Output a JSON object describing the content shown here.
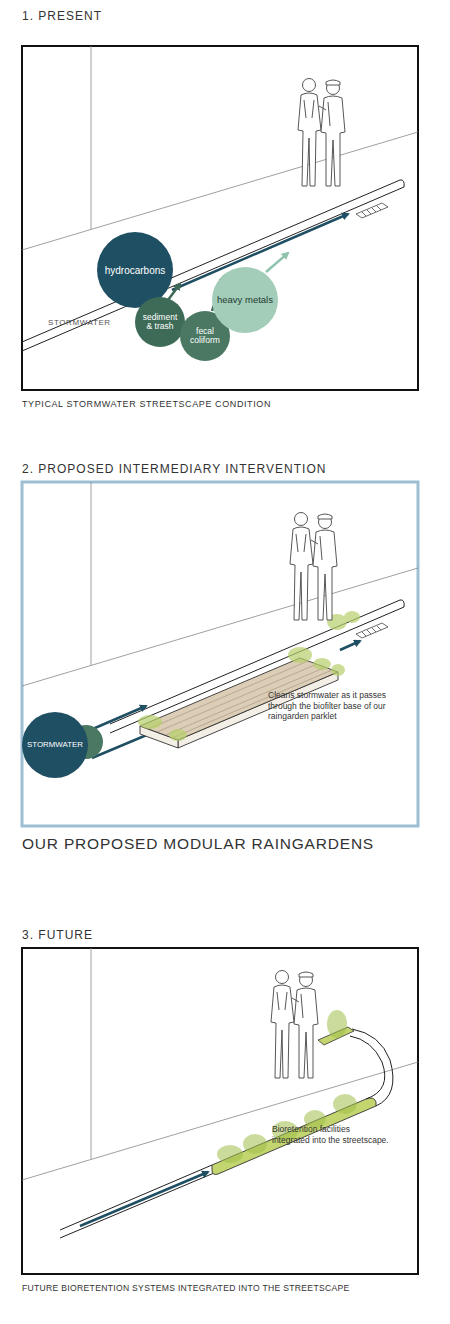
{
  "diagram": {
    "nodes": [
      {
        "text": [
          "1. PRESENT",
          "TYPICAL STORMWATER STREETSCAPE CONDITION"
        ]
      },
      {
        "text": [
          "hydrocarbons"
        ],
        "in": 0
      },
      {
        "text": [
          "sediment & trash"
        ],
        "in": 0
      },
      {
        "text": [
          "fecal coliform"
        ],
        "in": 0
      },
      {
        "text": [
          "heavy metals"
        ],
        "in": 0
      },
      {
        "text": [
          "2. PROPOSED INTERMEDIARY INTERVENTION",
          "OUR PROPOSED MODULAR RAINGARDENS"
        ]
      },
      {
        "text": [
          "STORMWATER"
        ],
        "in": 5
      },
      {
        "text": [
          "3. FUTURE",
          "FUTURE BIORETENTION SYSTEMS INTEGRATED INTO THE STREETSCAPE"
        ]
      }
    ],
    "labels": [
      "STORMWATER",
      "Cleans stormwater as it passes through the biofilter base of our raingarden parklet",
      "Bioretention facilities integrated into the streetscape."
    ]
  }
}
